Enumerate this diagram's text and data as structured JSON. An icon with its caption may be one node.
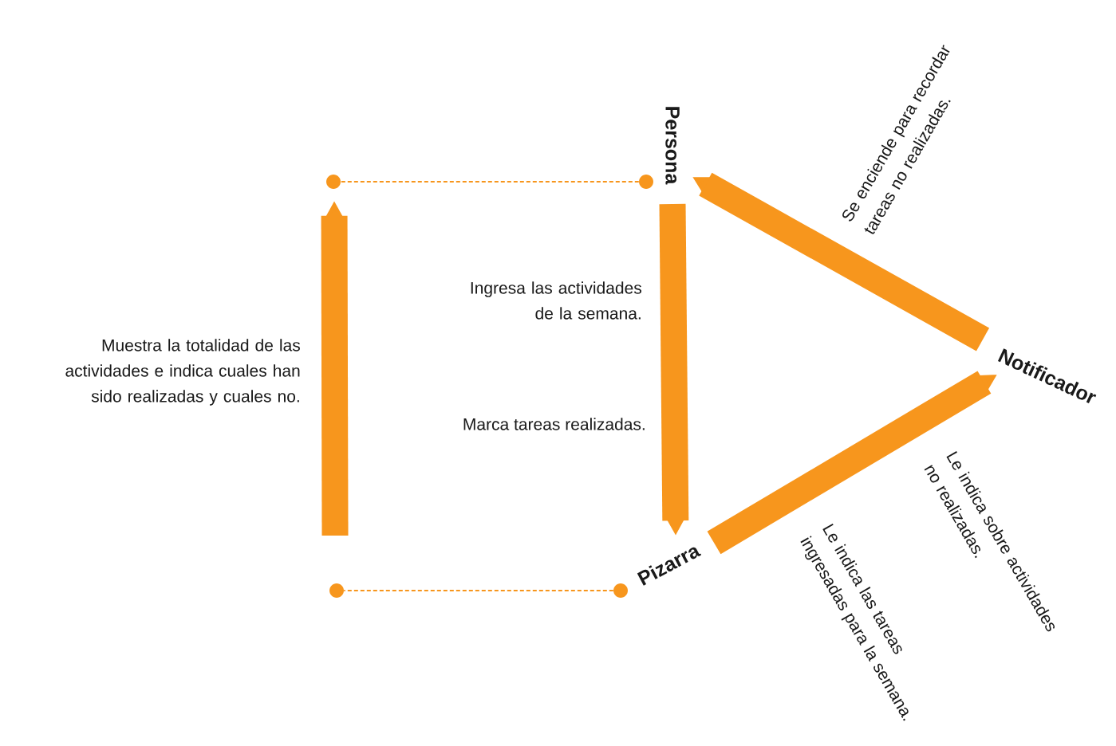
{
  "diagram": {
    "nodes": [
      {
        "text": [
          "Persona"
        ]
      },
      {
        "text": [
          "Notificador"
        ]
      },
      {
        "text": [
          "Pizarra"
        ]
      },
      {
        "text": [],
        "shape": "circle"
      },
      {
        "text": [],
        "shape": "circle"
      },
      {
        "text": [],
        "shape": "circle"
      },
      {
        "text": [],
        "shape": "circle"
      }
    ],
    "edges": [
      {
        "from": 0,
        "to": 2,
        "arrow": "to",
        "label": "Ingresa las actividades de la semana."
      },
      {
        "from": 1,
        "to": 0,
        "arrow": "to",
        "label": "Se enciende para recordar tareas no realizadas."
      },
      {
        "from": 2,
        "to": 1,
        "arrow": "to",
        "label": "Le indica las tareas ingresadas para la semana."
      },
      {
        "from": 5,
        "to": 3,
        "arrow": "to",
        "label": "Muestra la totalidad de las actividades e indica cuales han sido realizadas y cuales no."
      },
      {
        "from": 4,
        "to": 3,
        "arrow": "none",
        "style": "dashed"
      },
      {
        "from": 6,
        "to": 5,
        "arrow": "none",
        "style": "dashed"
      }
    ],
    "labels": [
      "Marca tareas realizadas.",
      "Le indica sobre actividades no realizadas."
    ]
  }
}
